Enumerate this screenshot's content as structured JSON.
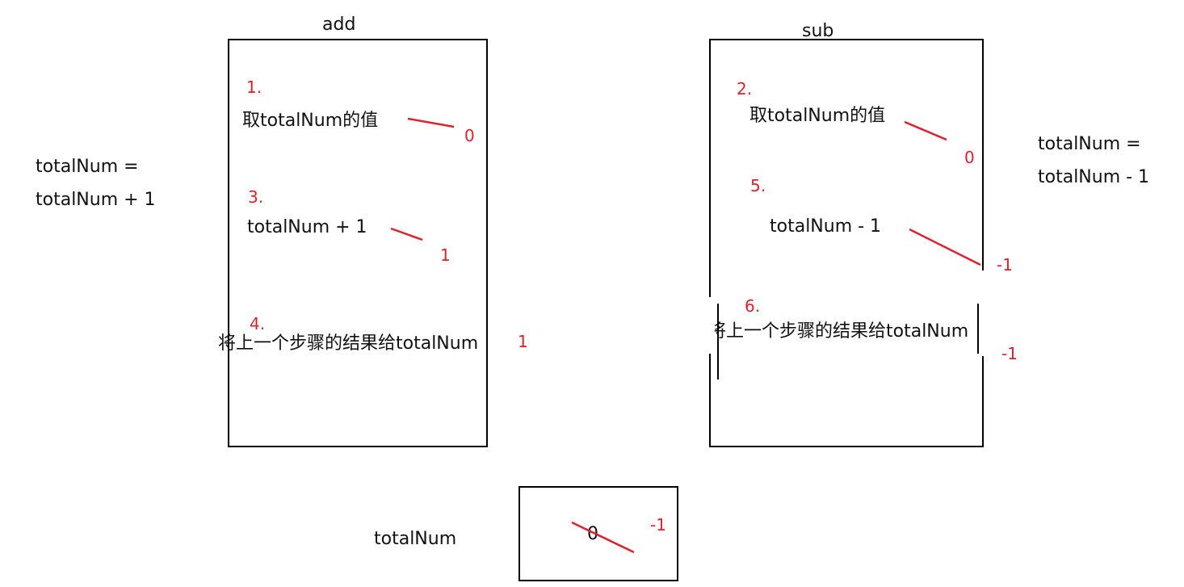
{
  "left_formula": {
    "line1": "totalNum =",
    "line2": "totalNum + 1"
  },
  "right_formula": {
    "line1": "totalNum =",
    "line2": "totalNum - 1"
  },
  "add_box": {
    "title": "add",
    "step1": {
      "num": "1.",
      "text": "取totalNum的值",
      "value": "0"
    },
    "step3": {
      "num": "3.",
      "text": "totalNum + 1",
      "value": "1"
    },
    "step4": {
      "num": "4.",
      "text": "将上一个步骤的结果给totalNum",
      "value": "1"
    }
  },
  "sub_box": {
    "title": "sub",
    "step2": {
      "num": "2.",
      "text": "取totalNum的值",
      "value": "0"
    },
    "step5": {
      "num": "5.",
      "text": "totalNum - 1",
      "value": "-1"
    },
    "step6": {
      "num": "6.",
      "text": "将上一个步骤的结果给totalNum",
      "value": "-1"
    }
  },
  "var_box": {
    "label": "totalNum",
    "old_value": "0",
    "new_value": "-1"
  },
  "colors": {
    "annotation": "#e0202a",
    "stroke": "#000000",
    "text": "#111111"
  }
}
